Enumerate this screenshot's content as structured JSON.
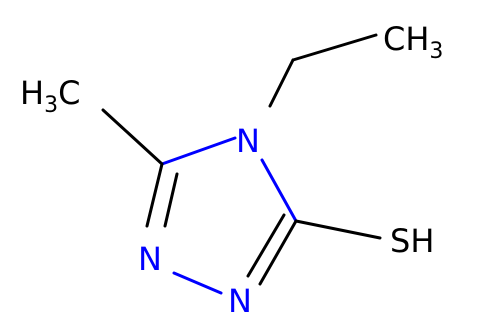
{
  "molecule": {
    "atoms": {
      "n4": {
        "label": "N",
        "color": "#0000ff"
      },
      "n2": {
        "label": "N",
        "color": "#0000ff"
      },
      "n1": {
        "label": "N",
        "color": "#0000ff"
      },
      "sh": {
        "label": "SH",
        "color": "#000000"
      },
      "ethyl_ch3": {
        "main": "CH",
        "sub": "3",
        "color": "#000000"
      },
      "methyl_ch3": {
        "main": "H",
        "sub": "3",
        "tail": "C",
        "color": "#000000"
      }
    },
    "colors": {
      "nitrogen": "#0000ff",
      "carbon": "#000000",
      "background": "#ffffff"
    }
  }
}
